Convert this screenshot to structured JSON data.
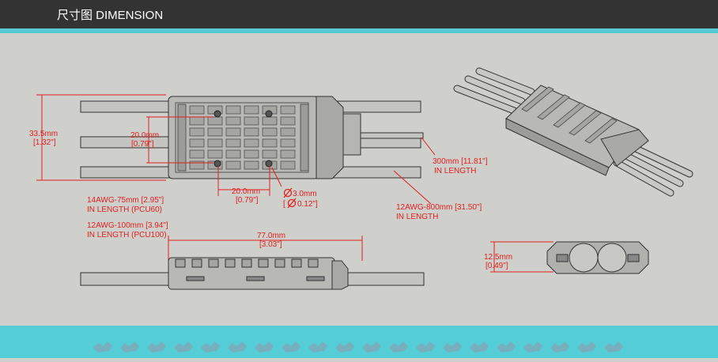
{
  "header": {
    "title": "尺寸图 DIMENSION"
  },
  "colors": {
    "dimension": "#e02020",
    "outline": "#333333",
    "accent": "#56c9d2",
    "header_bg": "#333333"
  },
  "dims": {
    "height_mm": "33.5mm",
    "height_in": "[1.32\"]",
    "inner_mm": "20.0mm",
    "inner_in": "[0.79\"]",
    "spacing_mm": "20.0mm",
    "spacing_in": "[0.79\"]",
    "hole_mm": "3.0mm",
    "hole_in": "0.12\"]",
    "hole_bracket": "[",
    "wire300": "300mm [11.81\"]",
    "wire300_b": "IN LENGTH",
    "awg14": "14AWG-75mm [2.95\"]",
    "awg14_b": "IN LENGTH (PCU60)",
    "awg12a": "12AWG-100mm [3.94\"]",
    "awg12a_b": "IN LENGTH (PCU100)",
    "awg12b": "12AWG-800mm [31.50\"]",
    "awg12b_b": "IN LENGTH",
    "length_mm": "77.0mm",
    "length_in": "[3.03\"]",
    "thick_mm": "12.5mm",
    "thick_in": "[0.49\"]"
  },
  "footer": {
    "logo_count": 20
  }
}
